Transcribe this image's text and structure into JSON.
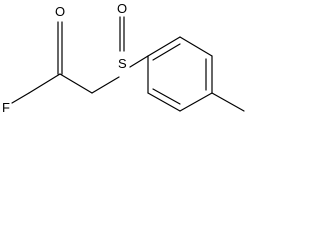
{
  "atoms": {
    "fluorine": "F",
    "carbonyl_oxygen": "O",
    "sulfur": "S",
    "sulfinyl_oxygen": "O"
  }
}
